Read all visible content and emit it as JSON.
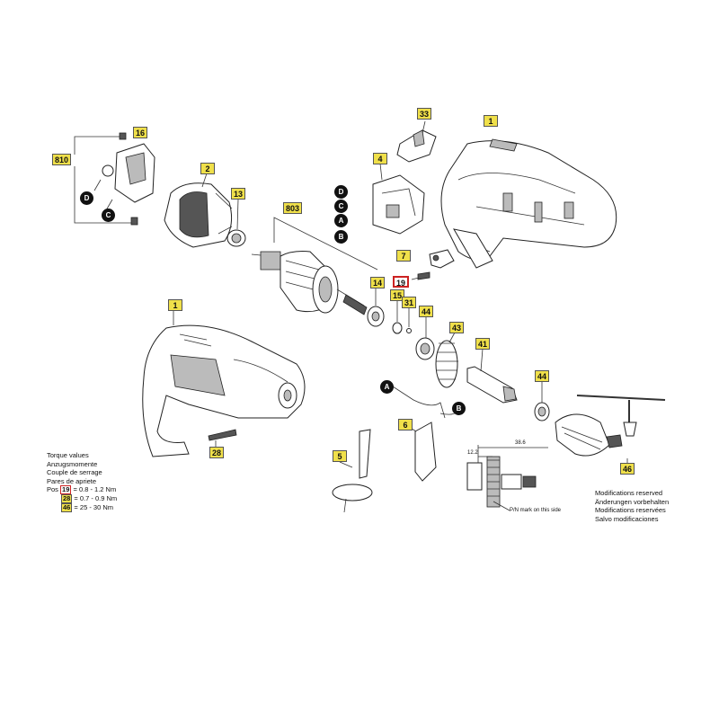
{
  "labels": {
    "p810": "810",
    "p16": "16",
    "p2": "2",
    "p13": "13",
    "p803": "803",
    "p33": "33",
    "p4": "4",
    "p1_top": "1",
    "p7": "7",
    "p19": "19",
    "p14": "14",
    "p15": "15",
    "p31": "31",
    "p44_a": "44",
    "p43": "43",
    "p41": "41",
    "p44_b": "44",
    "p1_bottom": "1",
    "p28": "28",
    "p6": "6",
    "p5": "5",
    "p46": "46"
  },
  "letters": {
    "left_D": "D",
    "left_C": "C",
    "mid_D": "D",
    "mid_C": "C",
    "mid_A": "A",
    "mid_B": "B",
    "wire_A": "A",
    "wire_B": "B"
  },
  "torque": {
    "title_en": "Torque values",
    "title_de": "Anzugsmomente",
    "title_fr": "Couple de serrage",
    "title_es": "Pares de apriete",
    "pos_label": "Pos",
    "rows": [
      {
        "pos": "19",
        "value": "0.8 - 1.2 Nm"
      },
      {
        "pos": "28",
        "value": "0.7 - 0.9 Nm"
      },
      {
        "pos": "46",
        "value": "25 - 30 Nm"
      }
    ]
  },
  "modifications": [
    "Modifications reserved",
    "Änderungen vorbehalten",
    "Modifications reservées",
    "Salvo modificaciones"
  ],
  "detail": {
    "dim_top": "38.6",
    "dim_side": "12.2",
    "mark_note": "P/N mark on this side"
  }
}
